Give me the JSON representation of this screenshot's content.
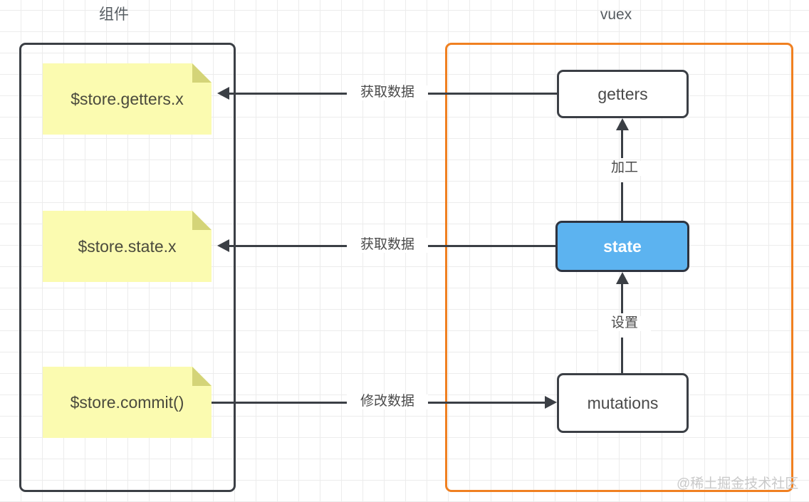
{
  "captions": {
    "left": "组件",
    "right": "vuex"
  },
  "notes": [
    {
      "label": "$store.getters.x"
    },
    {
      "label": "$store.state.x"
    },
    {
      "label": "$store.commit()"
    }
  ],
  "nodes": [
    {
      "label": "getters"
    },
    {
      "label": "state"
    },
    {
      "label": "mutations"
    }
  ],
  "edges": {
    "getters_to_note": "获取数据",
    "state_to_note": "获取数据",
    "note_to_mutations": "修改数据",
    "state_to_getters": "加工",
    "mutations_to_state": "设置"
  },
  "colors": {
    "note_fill": "#fbfbb0",
    "note_fold": "#d4d478",
    "state_fill": "#5cb3f0",
    "stroke_dark": "#3b3f45",
    "stroke_orange": "#f08021",
    "grid": "#ececec"
  },
  "watermark": "@稀土掘金技术社区"
}
